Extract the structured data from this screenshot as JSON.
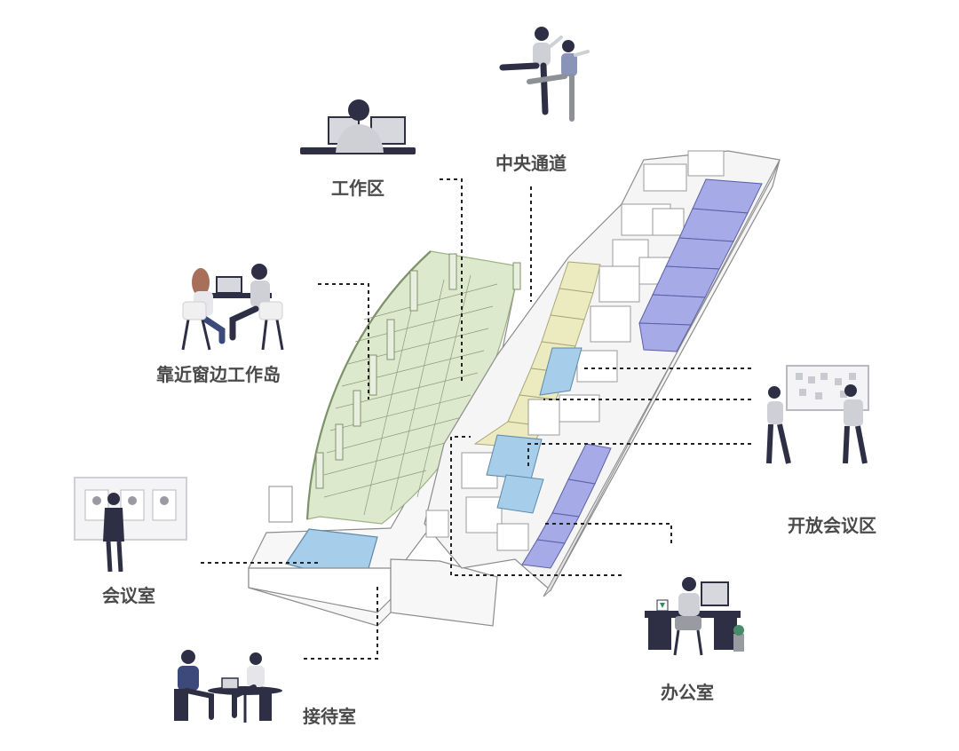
{
  "labels": {
    "work_area": "工作区",
    "central_corridor": "中央通道",
    "window_workstation_island": "靠近窗边工作岛",
    "meeting_room": "会议室",
    "reception_room": "接待室",
    "office": "办公室",
    "open_meeting_area": "开放会议区"
  },
  "colors": {
    "work_zone_green": "#dde9cc",
    "meeting_blue": "#a6cdea",
    "office_purple": "#a6aae6",
    "open_meeting_yellow": "#ecebc0",
    "wall_stroke": "#8c8c8c",
    "leader_line": "#222222",
    "label_text": "#4a4a4a",
    "figure_dark": "#2e2f45",
    "figure_light": "#cfd0d6",
    "figure_hair": "#a8705a"
  },
  "icons": [
    "desk-worker-icon",
    "jumping-people-icon",
    "collaborating-pair-icon",
    "presenter-icon",
    "whiteboard-discussion-icon",
    "office-desk-worker-icon",
    "reception-meeting-icon"
  ]
}
